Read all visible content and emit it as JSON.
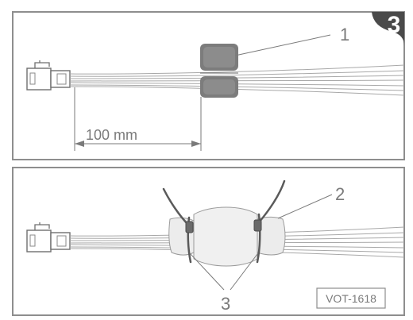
{
  "step_badge": "3",
  "top_panel": {
    "callout_label": "1",
    "dimension_label": "100 mm"
  },
  "bottom_panel": {
    "callout_label_wrap": "2",
    "callout_label_ties": "3",
    "reference_code": "VOT-1618"
  },
  "colors": {
    "frame": "#8e8e8e",
    "wire": "#a8a8a8",
    "ferrite": "#7c7c7c",
    "badge_bg": "#4a4a4a",
    "badge_text": "#ffffff"
  }
}
